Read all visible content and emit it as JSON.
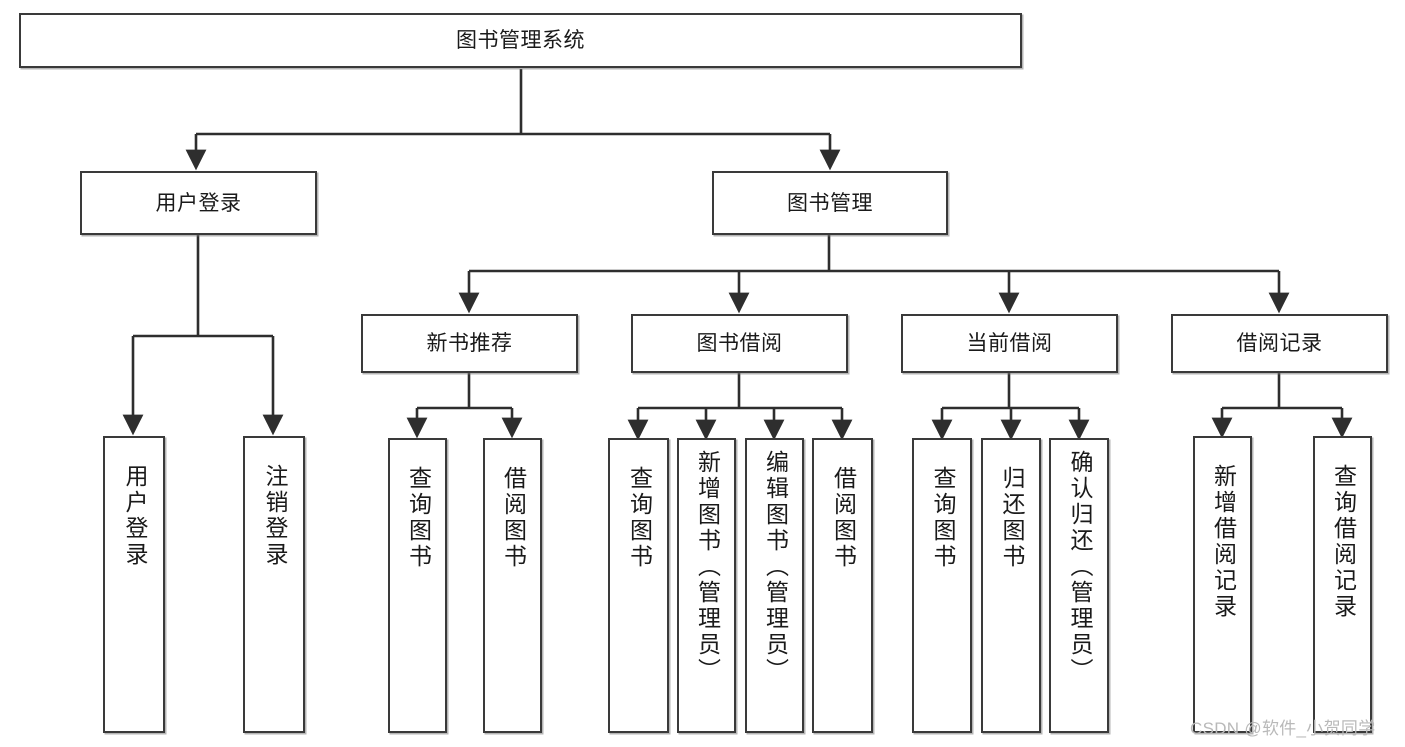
{
  "diagram": {
    "title": "图书管理系统",
    "type": "functional-decomposition-tree",
    "watermark": "CSDN @软件_小贺同学",
    "colors": {
      "box_border": "#3a3a3a",
      "box_fill": "#ffffff",
      "connector": "#2e2e2e",
      "text": "#1a1a1a",
      "watermark": "#b9b9b9"
    },
    "levels": {
      "root": "图书管理系统",
      "level2": [
        "用户登录",
        "图书管理"
      ],
      "level3": [
        "新书推荐",
        "图书借阅",
        "当前借阅",
        "借阅记录"
      ]
    },
    "nodes": {
      "root": {
        "label": "图书管理系统"
      },
      "user_login": {
        "label": "用户登录"
      },
      "book_manage": {
        "label": "图书管理"
      },
      "new_book_rec": {
        "label": "新书推荐"
      },
      "book_borrow": {
        "label": "图书借阅"
      },
      "current_borrow": {
        "label": "当前借阅"
      },
      "borrow_record": {
        "label": "借阅记录"
      },
      "leaf_user_login": {
        "label": "用户登录"
      },
      "leaf_logout": {
        "label": "注销登录"
      },
      "leaf_query_book_1": {
        "label": "查询图书"
      },
      "leaf_borrow_book_1": {
        "label": "借阅图书"
      },
      "leaf_query_book_2": {
        "label": "查询图书"
      },
      "leaf_add_book": {
        "label": "新增图书（管理员）"
      },
      "leaf_edit_book": {
        "label": "编辑图书（管理员）"
      },
      "leaf_borrow_book_2": {
        "label": "借阅图书"
      },
      "leaf_query_book_3": {
        "label": "查询图书"
      },
      "leaf_return_book": {
        "label": "归还图书"
      },
      "leaf_confirm_return": {
        "label": "确认归还（管理员）"
      },
      "leaf_add_record": {
        "label": "新增借阅记录"
      },
      "leaf_query_record": {
        "label": "查询借阅记录"
      }
    }
  }
}
